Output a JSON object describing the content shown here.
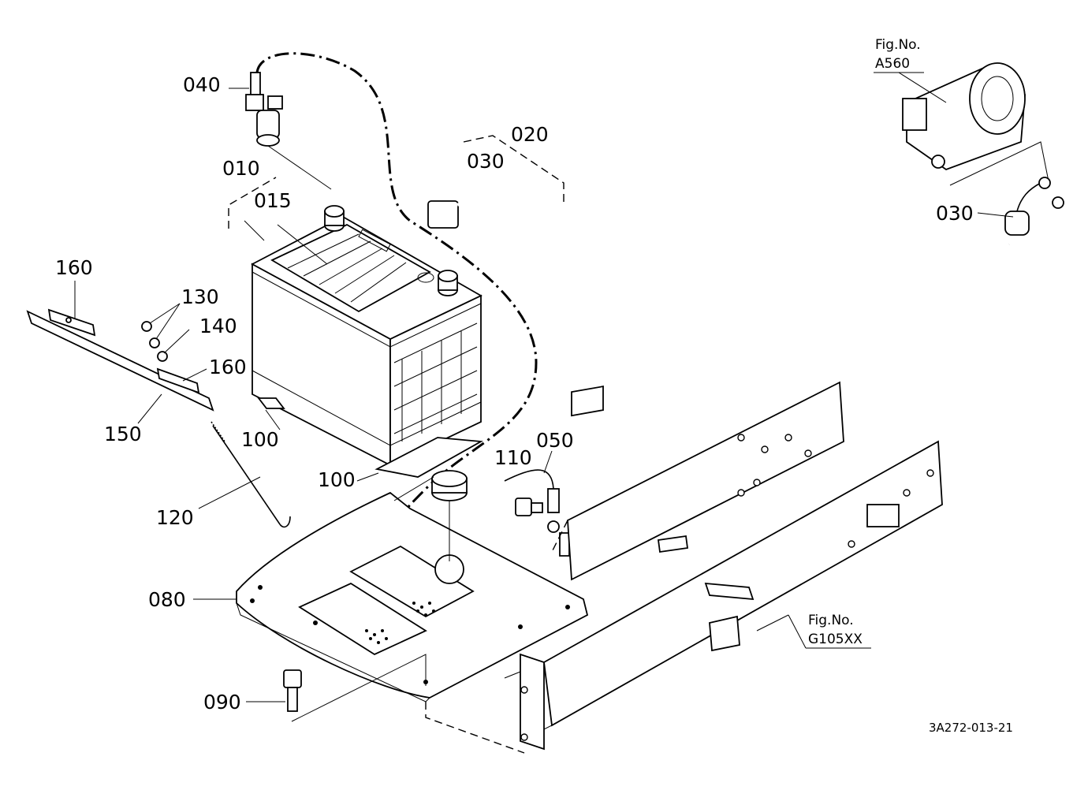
{
  "callouts": {
    "c010": "010",
    "c015": "015",
    "c020": "020",
    "c030a": "030",
    "c030b": "030",
    "c040": "040",
    "c050": "050",
    "c080": "080",
    "c090": "090",
    "c100a": "100",
    "c100b": "100",
    "c110": "110",
    "c120": "120",
    "c130": "130",
    "c140": "140",
    "c150": "150",
    "c160a": "160",
    "c160b": "160"
  },
  "figure_refs": {
    "starter": {
      "label": "Fig.No.",
      "number": "A560"
    },
    "frame": {
      "label": "Fig.No.",
      "number": "G105XX"
    }
  },
  "drawing_number": "3A272-013-21"
}
